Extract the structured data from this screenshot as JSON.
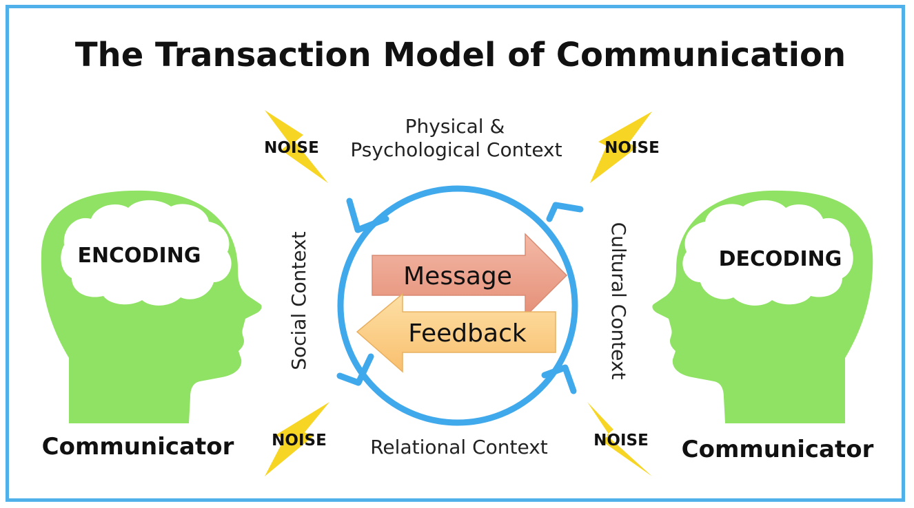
{
  "title": "The Transaction Model of Communication",
  "contexts": {
    "physical_line1": "Physical &",
    "physical_line2": "Psychological Context",
    "social": "Social Context",
    "cultural": "Cultural Context",
    "relational": "Relational Context"
  },
  "noise_label": "NOISE",
  "left_person": {
    "brain_label": "ENCODING",
    "caption": "Communicator"
  },
  "right_person": {
    "brain_label": "DECODING",
    "caption": "Communicator"
  },
  "arrows": {
    "message": "Message",
    "feedback": "Feedback"
  },
  "colors": {
    "frame": "#4fb0ea",
    "head": "#8fe263",
    "cycle": "#3fa9ec",
    "lightning": "#f7d524",
    "message_fill": "#eba08a",
    "feedback_fill": "#fbd08a"
  }
}
